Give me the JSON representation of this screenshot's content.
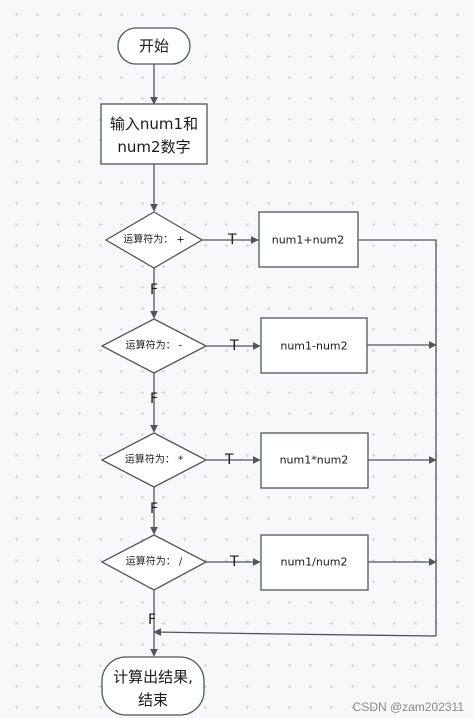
{
  "colors": {
    "stroke": "#505561",
    "fill": "#ffffff",
    "text": "#1a1a1a"
  },
  "nodes": {
    "start": "开始",
    "input_line1": "输入num1和",
    "input_line2": "num2数字",
    "cond_add": "运算符为：  +",
    "cond_sub": "运算符为：  -",
    "cond_mul": "运算符为：  *",
    "cond_div": "运算符为：  /",
    "op_add": "num1+num2",
    "op_sub": "num1-num2",
    "op_mul": "num1*num2",
    "op_div": "num1/num2",
    "end_line1": "计算出结果,",
    "end_line2": "结束"
  },
  "labels": {
    "true": "T",
    "false": "F"
  },
  "watermark": "CSDN @zam202311"
}
